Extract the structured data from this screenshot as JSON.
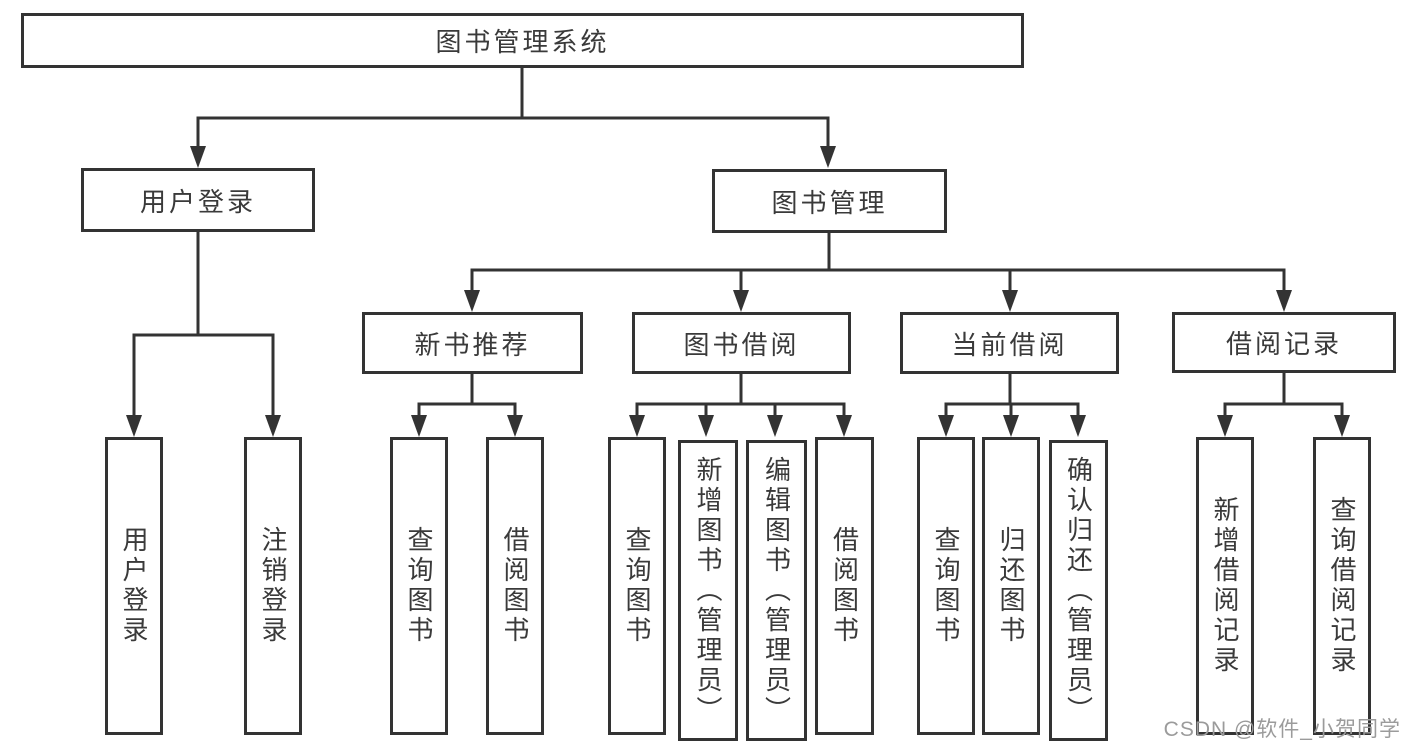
{
  "nodes": {
    "root": "图书管理系统",
    "user_login": "用户登录",
    "book_mgmt": "图书管理",
    "new_book_rec": "新书推荐",
    "book_borrow": "图书借阅",
    "current_borrow": "当前借阅",
    "borrow_record": "借阅记录",
    "leaf_user_login": "用户登录",
    "leaf_logout": "注销登录",
    "leaf_query_book_rec": "查询图书",
    "leaf_borrow_book_rec": "借阅图书",
    "leaf_query_book_borrow": "查询图书",
    "leaf_add_book_admin": "新增图书（管理员）",
    "leaf_edit_book_admin": "编辑图书（管理员）",
    "leaf_borrow_book_borrow": "借阅图书",
    "leaf_query_book_current": "查询图书",
    "leaf_return_book": "归还图书",
    "leaf_confirm_return_admin": "确认归还（管理员）",
    "leaf_add_borrow_record": "新增借阅记录",
    "leaf_query_borrow_record": "查询借阅记录"
  },
  "watermark": "CSDN @软件_小贺同学",
  "colors": {
    "line": "#333333",
    "text": "#3a3a3a",
    "background": "#ffffff",
    "watermark": "#9b9b9b"
  }
}
